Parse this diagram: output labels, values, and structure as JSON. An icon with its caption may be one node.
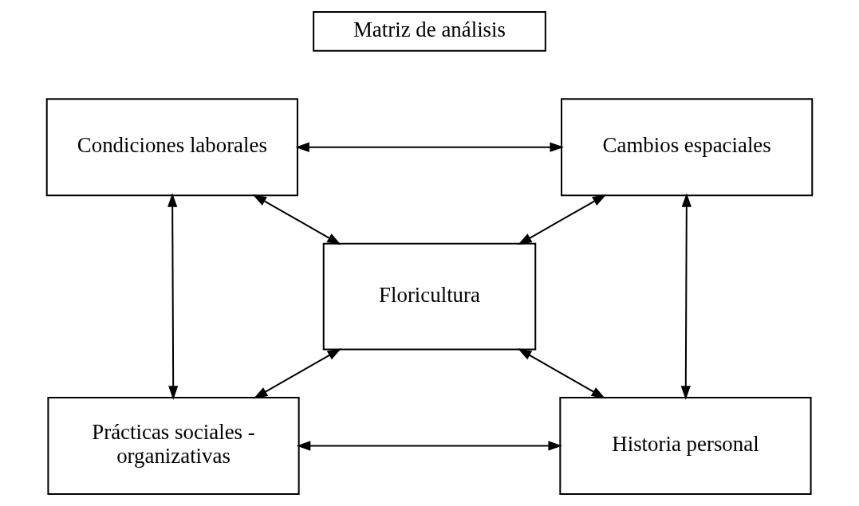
{
  "diagram": {
    "nodes": [
      {
        "text": [
          "Matriz de análisis"
        ]
      },
      {
        "text": [
          "Condiciones laborales"
        ]
      },
      {
        "text": [
          "Cambios espaciales"
        ]
      },
      {
        "text": [
          "Floricultura"
        ]
      },
      {
        "text": [
          "Prácticas sociales - organizativas"
        ]
      },
      {
        "text": [
          "Historia personal"
        ]
      }
    ],
    "edges": [
      {
        "from": 1,
        "to": 2,
        "arrow": "both"
      },
      {
        "from": 1,
        "to": 3,
        "arrow": "both"
      },
      {
        "from": 2,
        "to": 3,
        "arrow": "both"
      },
      {
        "from": 1,
        "to": 4,
        "arrow": "both"
      },
      {
        "from": 2,
        "to": 5,
        "arrow": "both"
      },
      {
        "from": 4,
        "to": 3,
        "arrow": "both"
      },
      {
        "from": 3,
        "to": 5,
        "arrow": "both"
      },
      {
        "from": 4,
        "to": 5,
        "arrow": "both"
      }
    ]
  }
}
